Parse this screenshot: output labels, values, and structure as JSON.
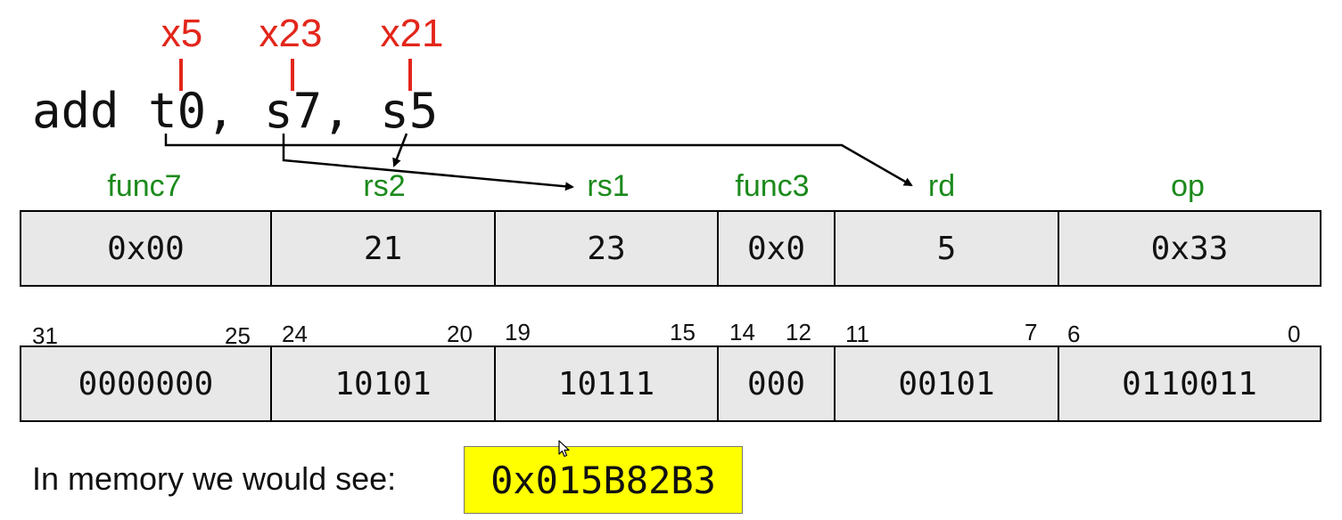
{
  "register_numbers": {
    "rd": "x5",
    "rs1": "x23",
    "rs2": "x21"
  },
  "instruction": {
    "mnemonic": "add",
    "rd": "t0",
    "rs1": "s7",
    "rs2": "s5",
    "separator": ","
  },
  "field_names": [
    "func7",
    "rs2",
    "rs1",
    "func3",
    "rd",
    "op"
  ],
  "field_values": [
    "0x00",
    "21",
    "23",
    "0x0",
    "5",
    "0x33"
  ],
  "bit_ranges": [
    {
      "high": "31",
      "low": "25"
    },
    {
      "high": "24",
      "low": "20"
    },
    {
      "high": "19",
      "low": "15"
    },
    {
      "high": "14",
      "low": "12"
    },
    {
      "high": "11",
      "low": "7"
    },
    {
      "high": "6",
      "low": "0"
    }
  ],
  "binary_values": [
    "0000000",
    "10101",
    "10111",
    "000",
    "00101",
    "0110011"
  ],
  "memory": {
    "label": "In memory we would see:",
    "value": "0x015B82B3"
  },
  "colors": {
    "register_number": "#e3261b",
    "field_name": "#1b8a1b",
    "cell_fill": "#e8e8e8",
    "highlight": "#ffff00"
  }
}
